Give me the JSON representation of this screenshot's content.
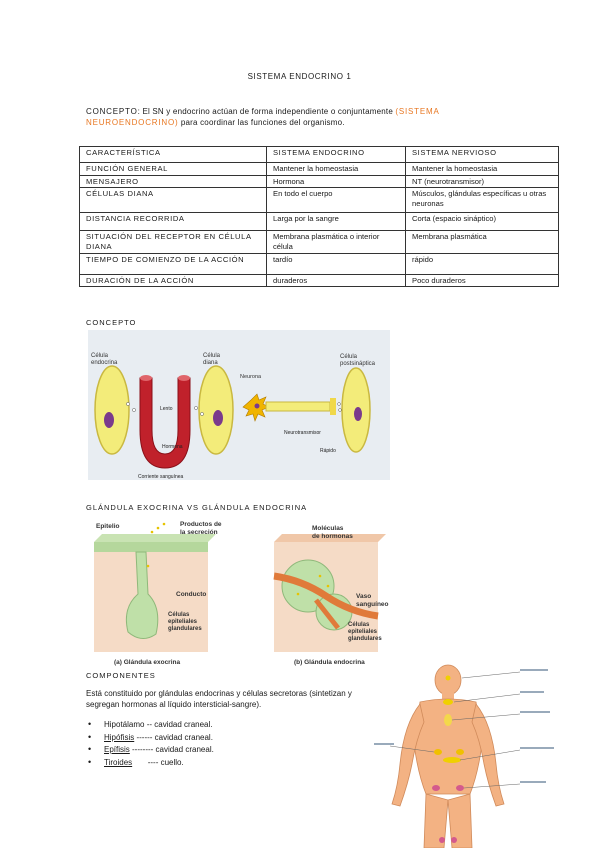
{
  "title": "SISTEMA ENDOCRINO 1",
  "concept": {
    "label": "CONCEPTO",
    "text_a": ": El SN y endocrino actúan de forma independiente o conjuntamente",
    "orange": "(SISTEMA NEUROENDOCRINO)",
    "text_b": " para coordinar las funciones del organismo."
  },
  "table": {
    "headers": [
      "CARACTERÍSTICA",
      "SISTEMA ENDOCRINO",
      "SISTEMA NERVIOSO"
    ],
    "rows": [
      [
        "FUNCIÓN GENERAL",
        "Mantener la homeostasia",
        "Mantener la homeostasia"
      ],
      [
        "MENSAJERO",
        "Hormona",
        "NT (neurotransmisor)"
      ],
      [
        "CÉLULAS DIANA",
        "En todo el cuerpo",
        "Músculos, glándulas específicas u otras neuronas"
      ],
      [
        "DISTANCIA RECORRIDA",
        "Larga por la sangre",
        "Corta (espacio sináptico)"
      ],
      [
        "SITUACIÓN DEL RECEPTOR EN CÉLULA DIANA",
        "Membrana plasmática o interior célula",
        "Membrana plasmática"
      ],
      [
        "TIEMPO DE COMIENZO DE LA ACCIÓN",
        "tardío",
        "rápido"
      ],
      [
        "DURACIÓN DE LA ACCIÓN",
        "duraderos",
        "Poco duraderos"
      ]
    ]
  },
  "section_concepto": "CONCEPTO",
  "fig1": {
    "celula_endocrina": [
      "Célula",
      "endocrina"
    ],
    "celula_diana": [
      "Célula",
      "diana"
    ],
    "lento": "Lento",
    "hormona": "Hormona",
    "corriente": "Corriente sanguínea",
    "neurona": "Neurona",
    "celula_post": [
      "Célula",
      "postsináptica"
    ],
    "neurotransmisor": "Neurotransmisor",
    "rapido": "Rápido"
  },
  "section_glandula": "GLÁNDULA EXOCRINA VS GLÁNDULA ENDOCRINA",
  "fig2": {
    "epitelio": "Epitelio",
    "productos": [
      "Productos de",
      "la secreción"
    ],
    "conducto": "Conducto",
    "celulas_a": [
      "Células",
      "epiteliales",
      "glandulares"
    ],
    "caption_a": "(a) Glándula exocrina",
    "moleculas": [
      "Moléculas",
      "de hormonas"
    ],
    "vaso": [
      "Vaso",
      "sanguíneo"
    ],
    "celulas_b": [
      "Células",
      "epiteliales",
      "glandulares"
    ],
    "caption_b": "(b) Glándula endocrina"
  },
  "section_componentes": "COMPONENTES",
  "componentes_text": "Está constituido por glándulas endocrinas y células secretoras (sintetizan y segregan hormonas al líquido intersticial-sangre).",
  "list": [
    {
      "name": "Hipotálamo",
      "rest": " -- cavidad craneal."
    },
    {
      "name": "Hipófisis",
      "rest": " ------ cavidad craneal."
    },
    {
      "name": "Epífisis",
      "rest": " -------- cavidad craneal."
    },
    {
      "name": "Tiroides",
      "rest": "       ---- cuello."
    }
  ],
  "colors": {
    "accent": "#e87722",
    "vessel": "#c0212b",
    "cell": "#f3ec7a",
    "nucleus": "#7a3a8c"
  }
}
